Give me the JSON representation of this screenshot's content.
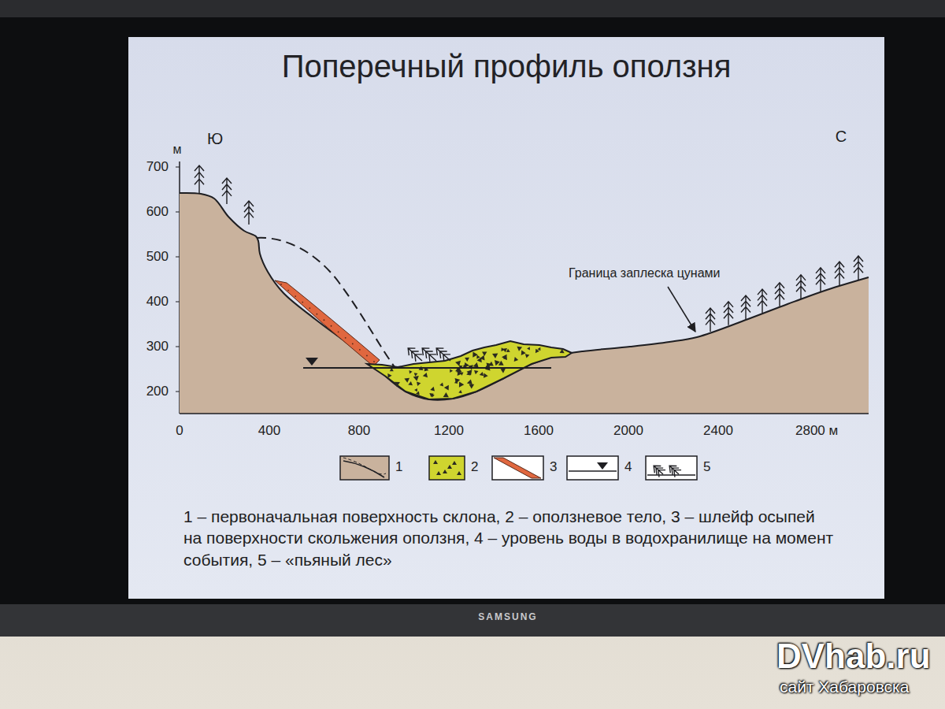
{
  "diagram": {
    "title": "Поперечный профиль оползня",
    "caption": "1 – первоначальная поверхность склона, 2 – оползневое тело, 3 – шлейф осыпей на поверхности скольжения оползня, 4 – уровень воды в водохранилище на момент события, 5 – «пьяный лес»",
    "labels": [
      "Ю",
      "С",
      "м",
      "700",
      "600",
      "500",
      "400",
      "300",
      "200",
      "0",
      "400",
      "800",
      "1200",
      "1600",
      "2000",
      "2400",
      "2800 м",
      "Граница заплеска цунами",
      "SAMSUNG",
      "DVhab.ru",
      "сайт Хабаровска"
    ],
    "legend": [
      {
        "text": "1"
      },
      {
        "text": "2"
      },
      {
        "text": "3"
      },
      {
        "text": "4"
      },
      {
        "text": "5"
      }
    ]
  }
}
